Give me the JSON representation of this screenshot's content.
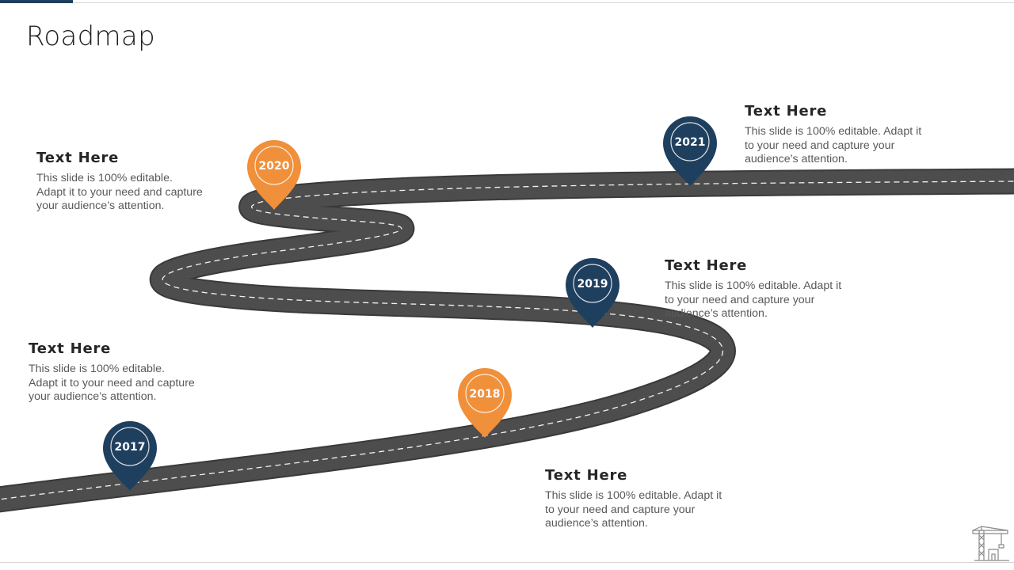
{
  "title": "Roadmap",
  "colors": {
    "navy": "#1f3f5f",
    "orange": "#f0903a",
    "road": "#4d4d4d",
    "road_edge": "#3a3a3a",
    "dashes": "#f2f2f2"
  },
  "milestones": [
    {
      "year": "2017",
      "color": "navy"
    },
    {
      "year": "2018",
      "color": "orange"
    },
    {
      "year": "2019",
      "color": "navy"
    },
    {
      "year": "2020",
      "color": "orange"
    },
    {
      "year": "2021",
      "color": "navy"
    }
  ],
  "text_blocks": [
    {
      "heading": "Text Here",
      "body": [
        "This slide is 100% editable.",
        "Adapt it to your need and capture",
        "your audience’s attention."
      ]
    },
    {
      "heading": "Text Here",
      "body": [
        "This slide is 100% editable. Adapt it",
        "to your need and capture your",
        "audience’s attention."
      ]
    },
    {
      "heading": "Text Here",
      "body": [
        "This slide is 100% editable. Adapt it",
        "to your need and capture your",
        "audience’s attention."
      ]
    },
    {
      "heading": "Text Here",
      "body": [
        "This slide is 100% editable.",
        "Adapt it to your need and capture",
        "your audience’s attention."
      ]
    },
    {
      "heading": "Text Here",
      "body": [
        "This slide is 100% editable. Adapt it",
        "to your need and capture your",
        "audience’s attention."
      ]
    }
  ],
  "icons": {
    "corner": "crane-icon"
  }
}
